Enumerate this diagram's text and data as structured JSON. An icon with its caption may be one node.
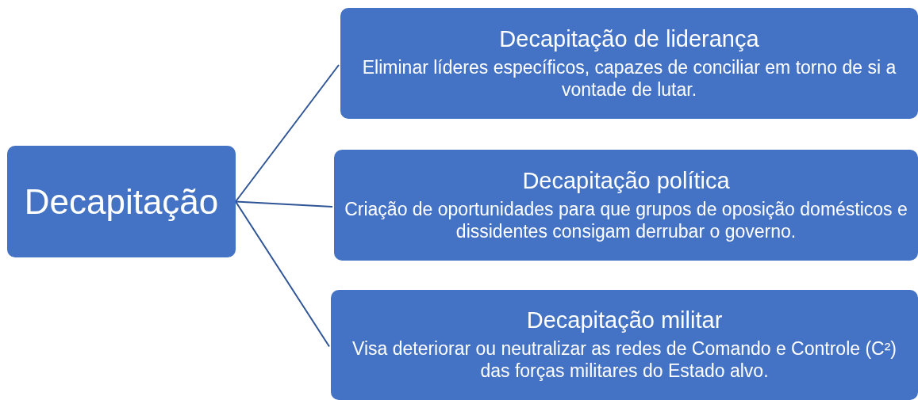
{
  "diagram": {
    "nodes": [
      {
        "text": [
          "Decapitação"
        ]
      },
      {
        "text": [
          "Decapitação de liderança",
          "Eliminar líderes específicos, capazes de conciliar em torno de si a vontade de lutar."
        ]
      },
      {
        "text": [
          "Decapitação política",
          "Criação de oportunidades para que grupos de oposição domésticos e dissidentes consigam derrubar o governo."
        ]
      },
      {
        "text": [
          "Decapitação militar",
          "Visa deteriorar ou neutralizar as redes de Comando e Controle (C²) das forças militares do Estado alvo."
        ]
      }
    ],
    "edges": [
      {
        "from": 0,
        "to": 1,
        "arrow": "none"
      },
      {
        "from": 0,
        "to": 2,
        "arrow": "none"
      },
      {
        "from": 0,
        "to": 3,
        "arrow": "none"
      }
    ]
  }
}
